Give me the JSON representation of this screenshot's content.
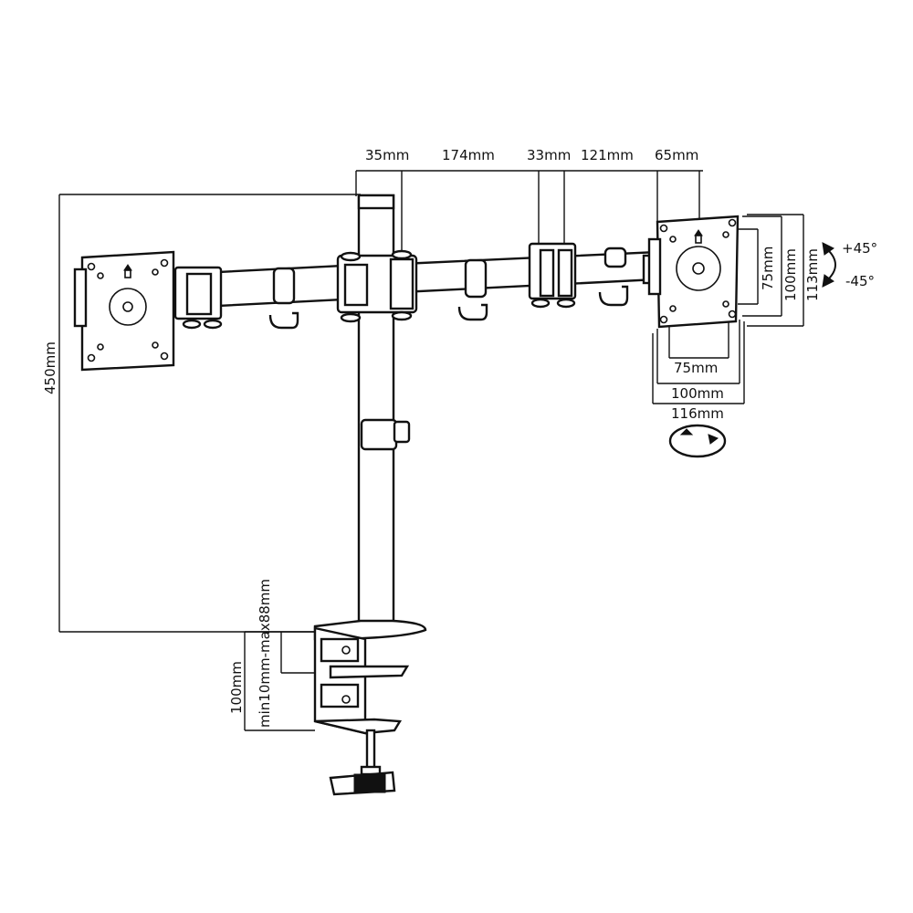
{
  "dimensions": {
    "d35": "35mm",
    "d174": "174mm",
    "d33": "33mm",
    "d121": "121mm",
    "d65": "65mm",
    "height450": "450mm",
    "v75": "75mm",
    "v100": "100mm",
    "v113": "113mm",
    "h75": "75mm",
    "h100": "100mm",
    "h116": "116mm",
    "tiltUp": "+45°",
    "tiltDown": "-45°",
    "clamp100": "100mm",
    "clampRange": "min10mm-max88mm"
  },
  "colors": {
    "line": "#111111",
    "background": "#ffffff"
  }
}
